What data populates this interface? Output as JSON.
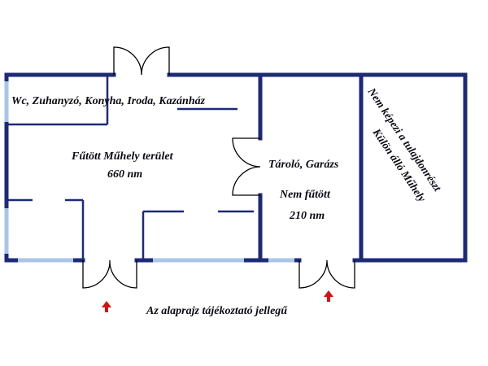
{
  "floor_plan": {
    "rooms": {
      "office_strip": "Wc, Zuhanyzó, Konyha, Iroda, Kazánház",
      "workshop_name": "Fűtött Műhely terület",
      "workshop_area": "660 nm",
      "storage_name": "Tároló, Garázs",
      "storage_heating": "Nem fűtött",
      "storage_area": "210 nm",
      "separate_line1": "Nem képezi a tulajdonrészt",
      "separate_line2": "Külön álló Műhely"
    },
    "note": "Az alaprajz tájékoztató jellegű",
    "colors": {
      "wall": "#1c2a78",
      "window": "#a9c6e6",
      "door": "#000000",
      "arrow": "#d81010",
      "text": "#0a0a14"
    }
  }
}
